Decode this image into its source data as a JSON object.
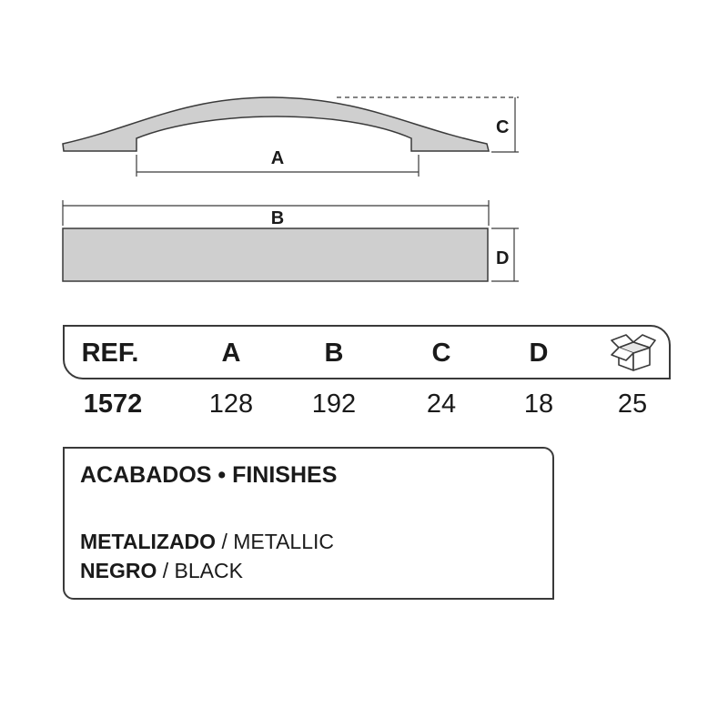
{
  "dimensions": {
    "labels": {
      "a": "A",
      "b": "B",
      "c": "C",
      "d": "D"
    }
  },
  "specs": {
    "headers": {
      "ref": "REF.",
      "a": "A",
      "b": "B",
      "c": "C",
      "d": "D",
      "box": "box-icon"
    },
    "values": {
      "ref": "1572",
      "a": "128",
      "b": "192",
      "c": "24",
      "d": "18",
      "box": "25"
    }
  },
  "finishes": {
    "title": "ACABADOS • FINISHES",
    "items": [
      {
        "name": "METALIZADO",
        "sep": " / ",
        "en": "METALLIC"
      },
      {
        "name": "NEGRO",
        "sep": " / ",
        "en": "BLACK"
      }
    ]
  },
  "colors": {
    "handle_fill": "#cfcfcf",
    "outline": "#3a3a3a",
    "text": "#1a1a1a"
  }
}
